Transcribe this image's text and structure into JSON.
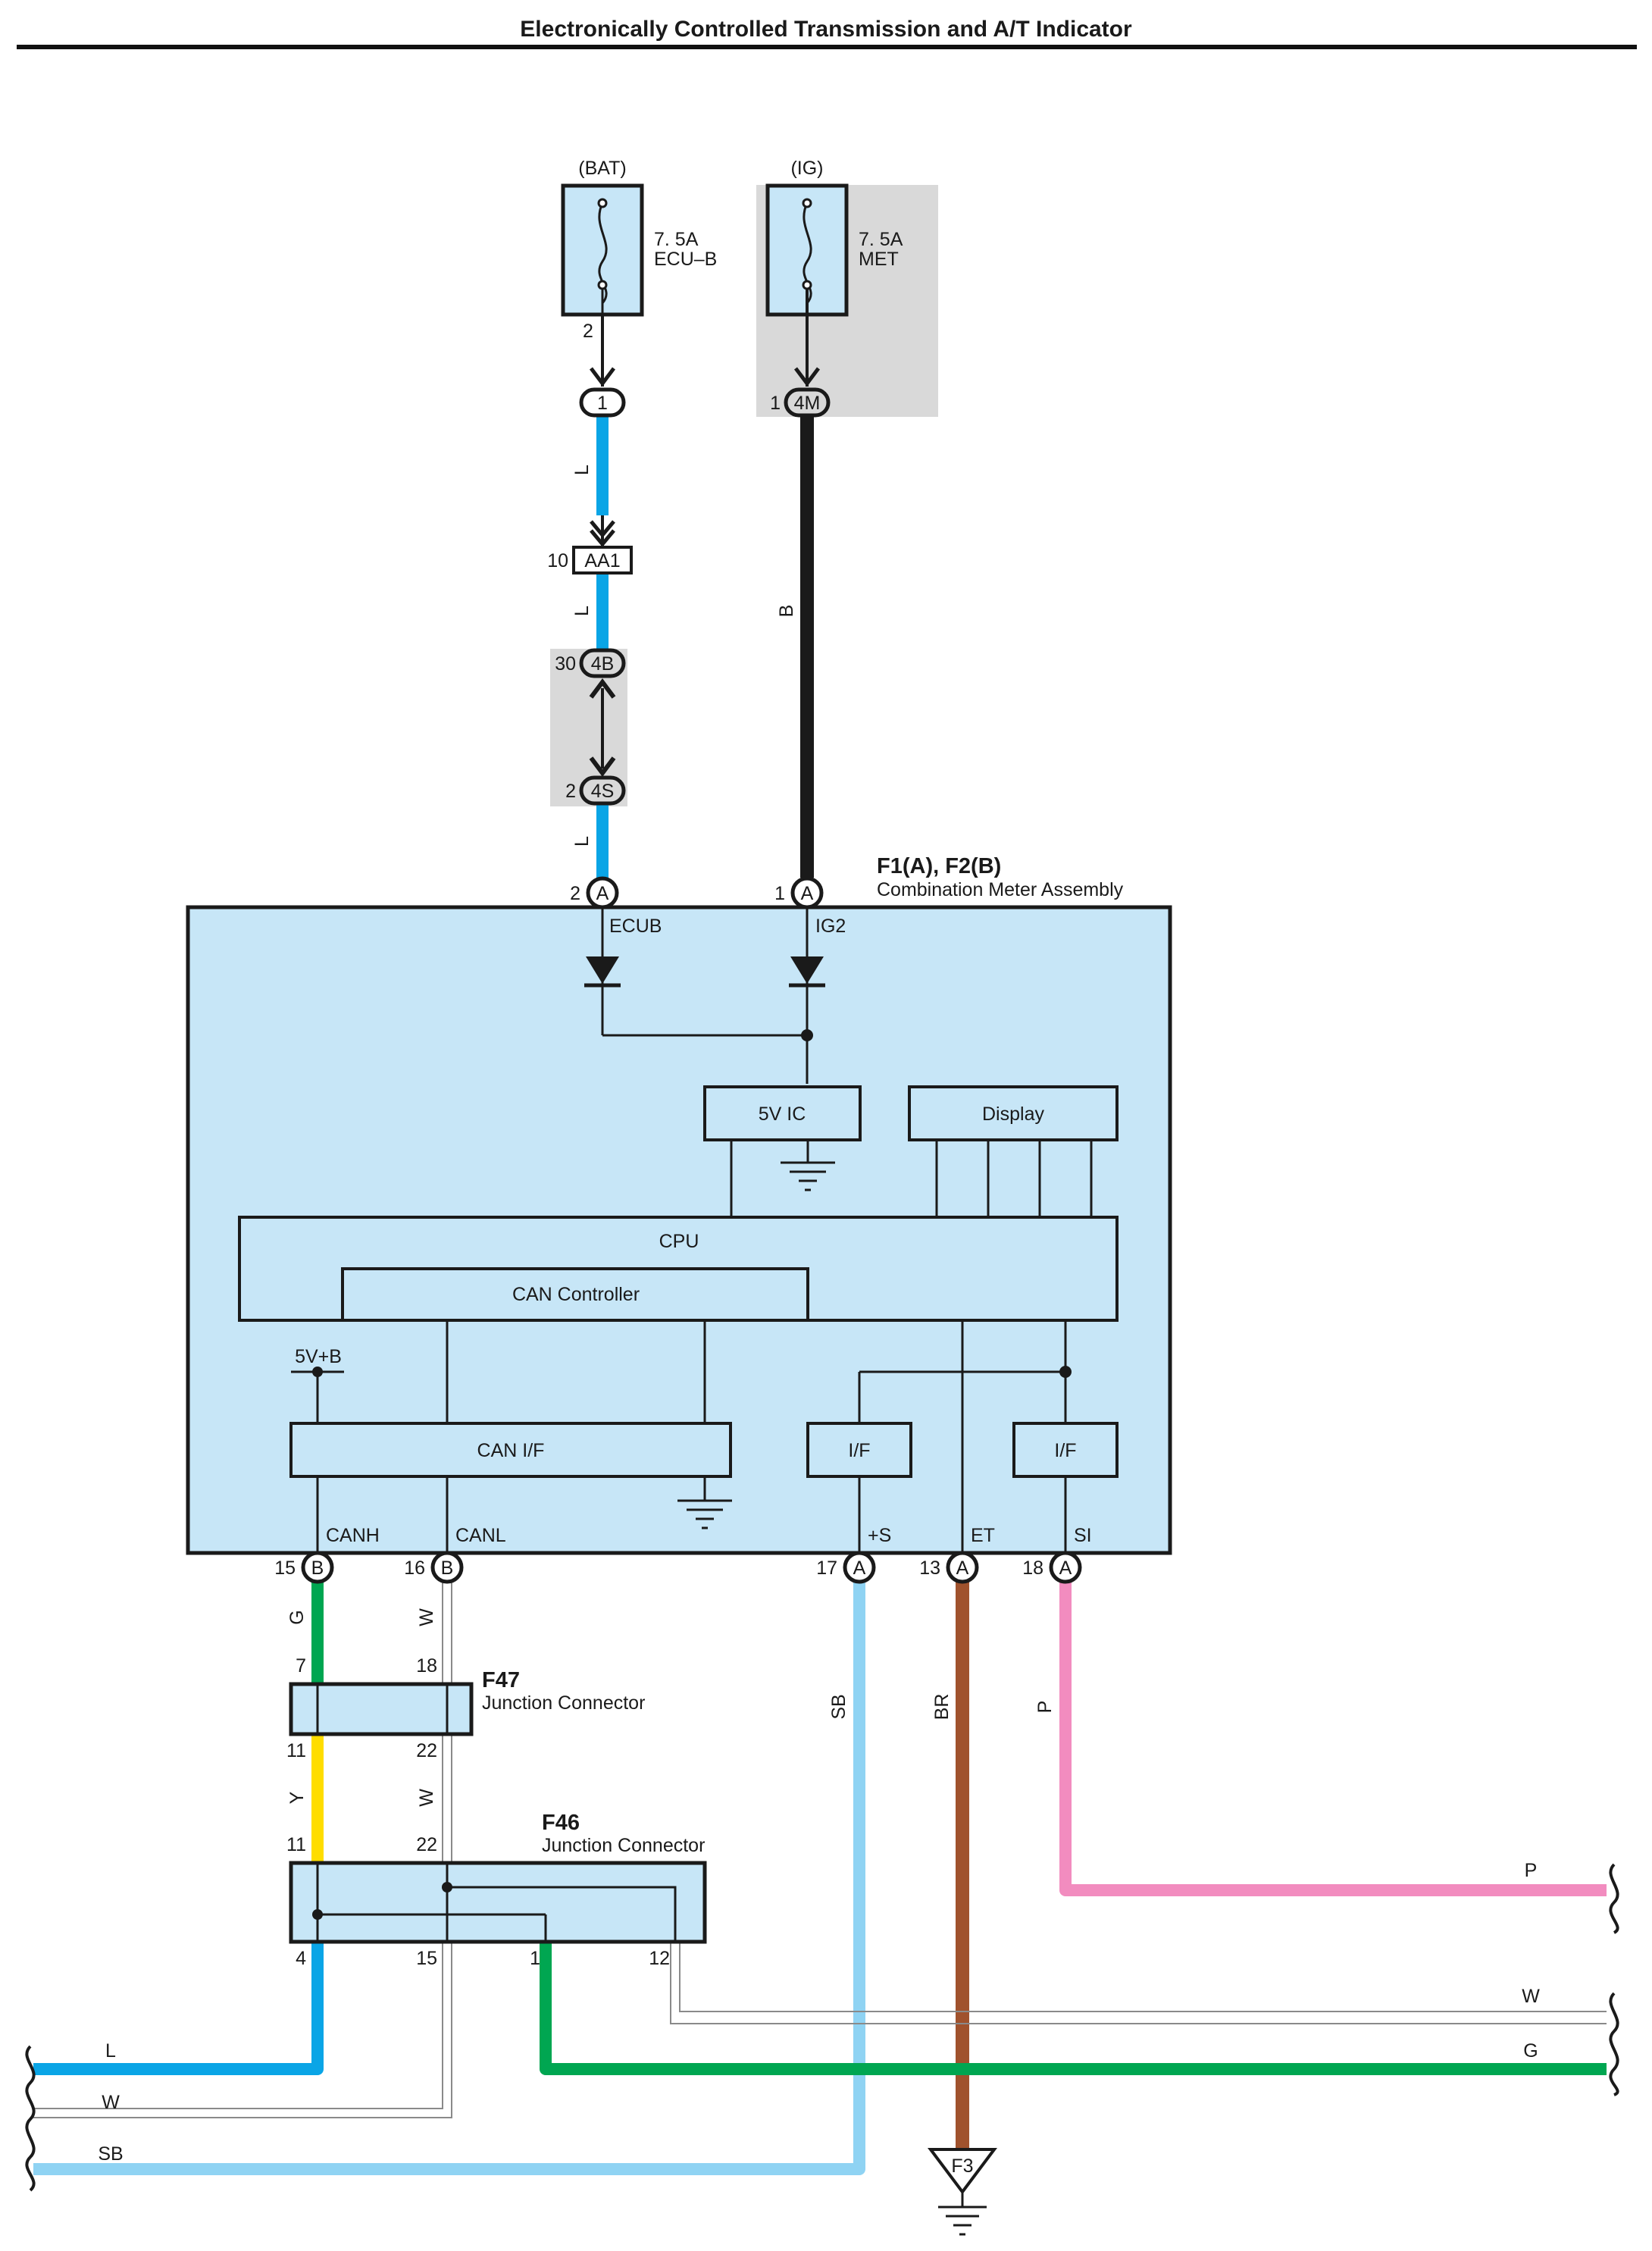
{
  "title": "Electronically Controlled Transmission and A/T Indicator",
  "fuses": [
    {
      "source": "(BAT)",
      "rating": "7. 5A",
      "name": "ECU–B",
      "pin": "2"
    },
    {
      "source": "(IG)",
      "rating": "7. 5A",
      "name": "MET"
    }
  ],
  "connectors": {
    "c1": "1",
    "c4m": "4M",
    "c4m_pin": "1",
    "aa1": "AA1",
    "aa1_pin": "10",
    "c4b": "4B",
    "c4b_pin": "30",
    "c4s": "4S",
    "c4s_pin": "2"
  },
  "wire_colors": {
    "L": "L",
    "B": "B",
    "G": "G",
    "W": "W",
    "Y": "Y",
    "SB": "SB",
    "BR": "BR",
    "P": "P"
  },
  "meter": {
    "ref": "F1(A), F2(B)",
    "name": "Combination Meter Assembly",
    "pin_in": [
      {
        "pin": "2",
        "conn": "A",
        "signal": "ECUB"
      },
      {
        "pin": "1",
        "conn": "A",
        "signal": "IG2"
      }
    ],
    "blocks": {
      "ic": "5V IC",
      "display": "Display",
      "cpu": "CPU",
      "can_ctrl": "CAN Controller",
      "can_if": "CAN I/F",
      "if1": "I/F",
      "if2": "I/F",
      "vb": "5V+B"
    },
    "pin_out": [
      {
        "pin": "15",
        "conn": "B",
        "signal": "CANH"
      },
      {
        "pin": "16",
        "conn": "B",
        "signal": "CANL"
      },
      {
        "pin": "17",
        "conn": "A",
        "signal": "+S"
      },
      {
        "pin": "13",
        "conn": "A",
        "signal": "ET"
      },
      {
        "pin": "18",
        "conn": "A",
        "signal": "SI"
      }
    ]
  },
  "f47": {
    "ref": "F47",
    "name": "Junction Connector",
    "pins_top": [
      "7",
      "18"
    ],
    "pins_bottom": [
      "11",
      "22"
    ]
  },
  "f46": {
    "ref": "F46",
    "name": "Junction Connector",
    "pins_top": [
      "11",
      "22"
    ],
    "pins_bottom": [
      "4",
      "15",
      "1",
      "12"
    ]
  },
  "ground": "F3",
  "colors": {
    "L": "#0aa5e6",
    "B": "#1a1a1a",
    "G": "#00a651",
    "W": "#9a9a9a",
    "Y": "#ffdd00",
    "SB": "#8fd3f3",
    "BR": "#a0522d",
    "P": "#f28cbf",
    "box": "#c7e6f7",
    "shade": "#d9d9d9"
  }
}
